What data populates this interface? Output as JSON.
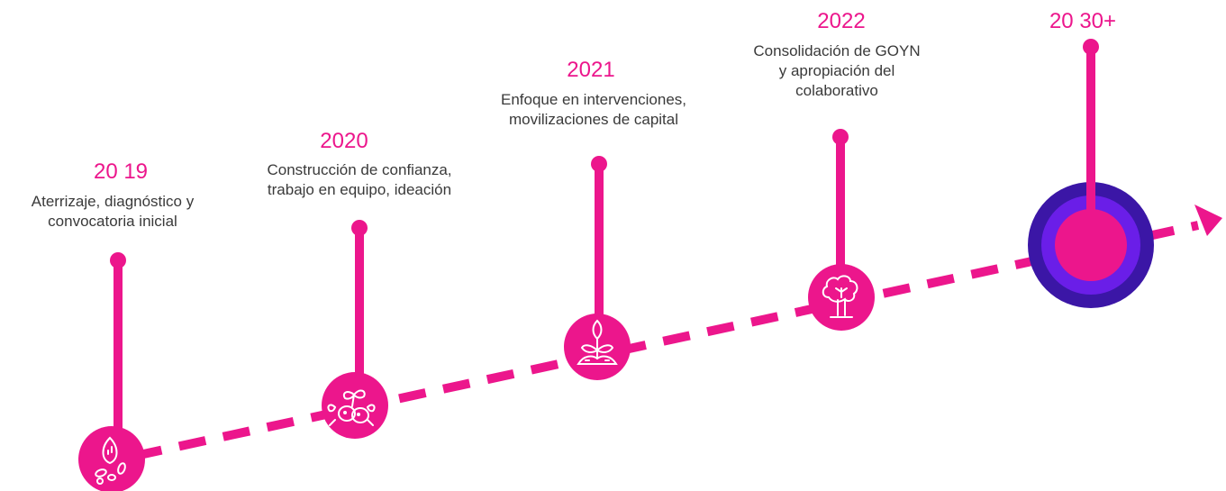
{
  "colors": {
    "accent": "#ec168c",
    "dark_ring": "#3b16a6",
    "mid_ring": "#6a1ee8",
    "text": "#3a3a3a"
  },
  "milestones": [
    {
      "year": "20 19",
      "lines": [
        "Aterrizaje, diagnóstico y",
        "convocatoria inicial"
      ],
      "icon": "seeds-icon"
    },
    {
      "year": "2020",
      "lines": [
        "Construcción de confianza,",
        "trabajo en equipo, ideación"
      ],
      "icon": "sprouting-seeds-icon"
    },
    {
      "year": "2021",
      "lines": [
        "Enfoque en intervenciones,",
        "movilizaciones de capital"
      ],
      "icon": "seedling-icon"
    },
    {
      "year": "2022",
      "lines": [
        "Consolidación de GOYN",
        "y apropiación del",
        "colaborativo"
      ],
      "icon": "tree-icon"
    },
    {
      "year": "20 30+",
      "lines": [],
      "icon": "target-icon"
    }
  ]
}
